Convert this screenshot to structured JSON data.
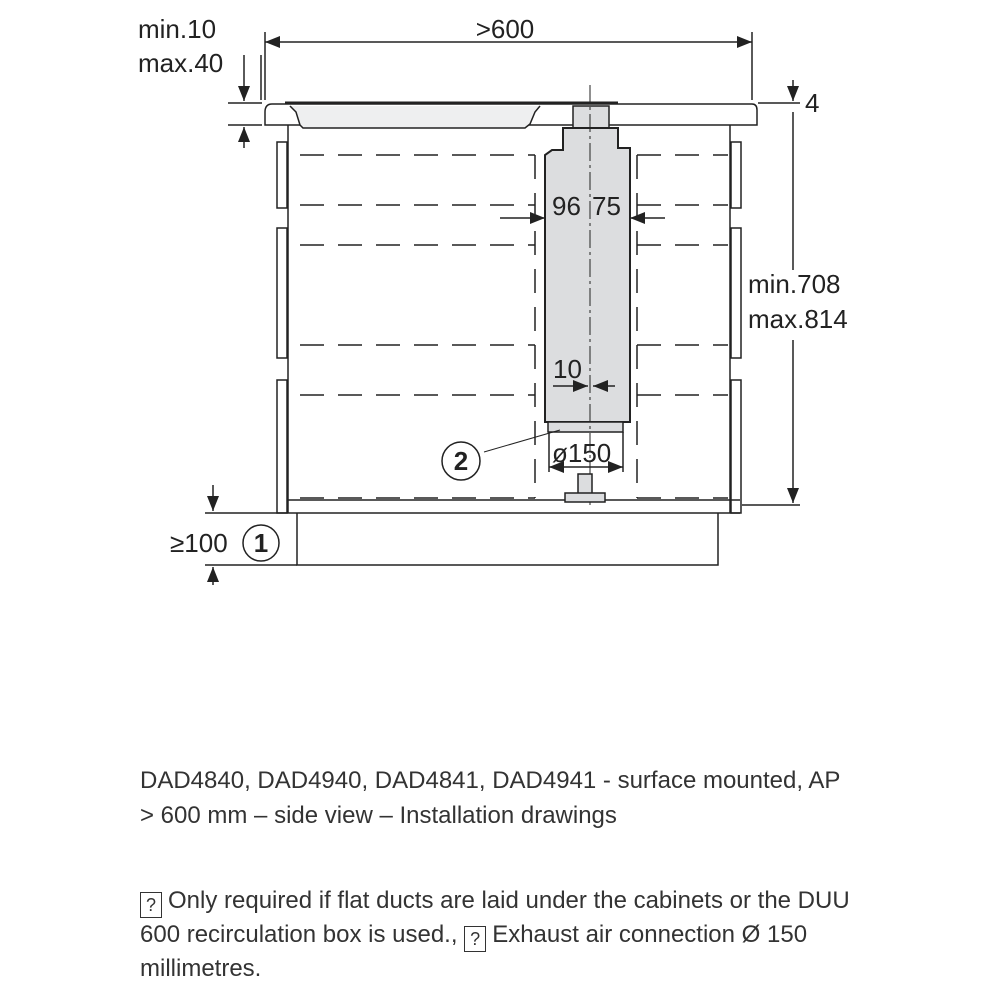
{
  "drawing": {
    "width_label": ">600",
    "thickness_min": "min.10",
    "thickness_max": "max.40",
    "top_offset": "4",
    "height_min": "min.708",
    "height_max": "max.814",
    "dim_96": "96",
    "dim_75": "75",
    "dim_10": "10",
    "dim_diameter": "ø150",
    "plinth_min": "≥100",
    "callout_1": "1",
    "callout_2": "2"
  },
  "caption": "DAD4840, DAD4940, DAD4841, DAD4941 - surface mounted, AP > 600 mm – side view – Installation drawings",
  "notes": {
    "marker": "?",
    "note_1": "Only required if flat ducts are laid under the cabinets or the DUU 600 recirculation box is used.,",
    "note_2": "Exhaust air connection Ø 150 millimetres."
  },
  "colors": {
    "line": "#222222",
    "duct": "#dcdddf"
  }
}
